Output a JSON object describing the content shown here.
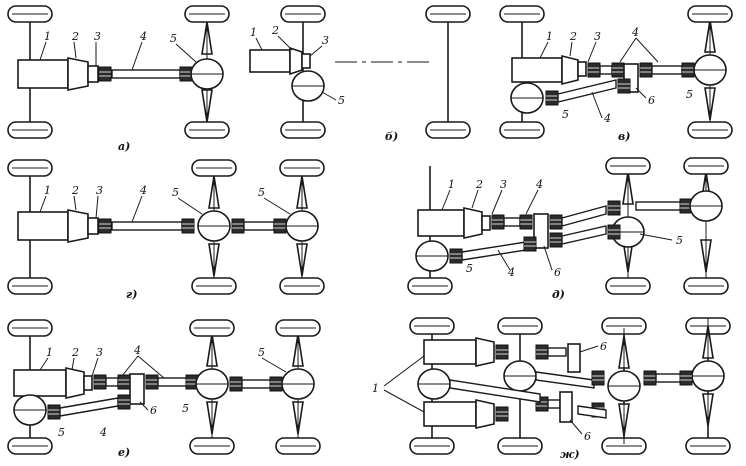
{
  "figure": {
    "panels": [
      {
        "id": "a",
        "caption": "а)"
      },
      {
        "id": "b",
        "caption": "б)"
      },
      {
        "id": "v",
        "caption": "в)"
      },
      {
        "id": "g",
        "caption": "г)"
      },
      {
        "id": "d",
        "caption": "д)"
      },
      {
        "id": "e",
        "caption": "е)"
      },
      {
        "id": "zh",
        "caption": "ж)"
      }
    ],
    "labels": {
      "n1": "1",
      "n2": "2",
      "n3": "3",
      "n4": "4",
      "n5": "5",
      "n6": "6"
    }
  }
}
